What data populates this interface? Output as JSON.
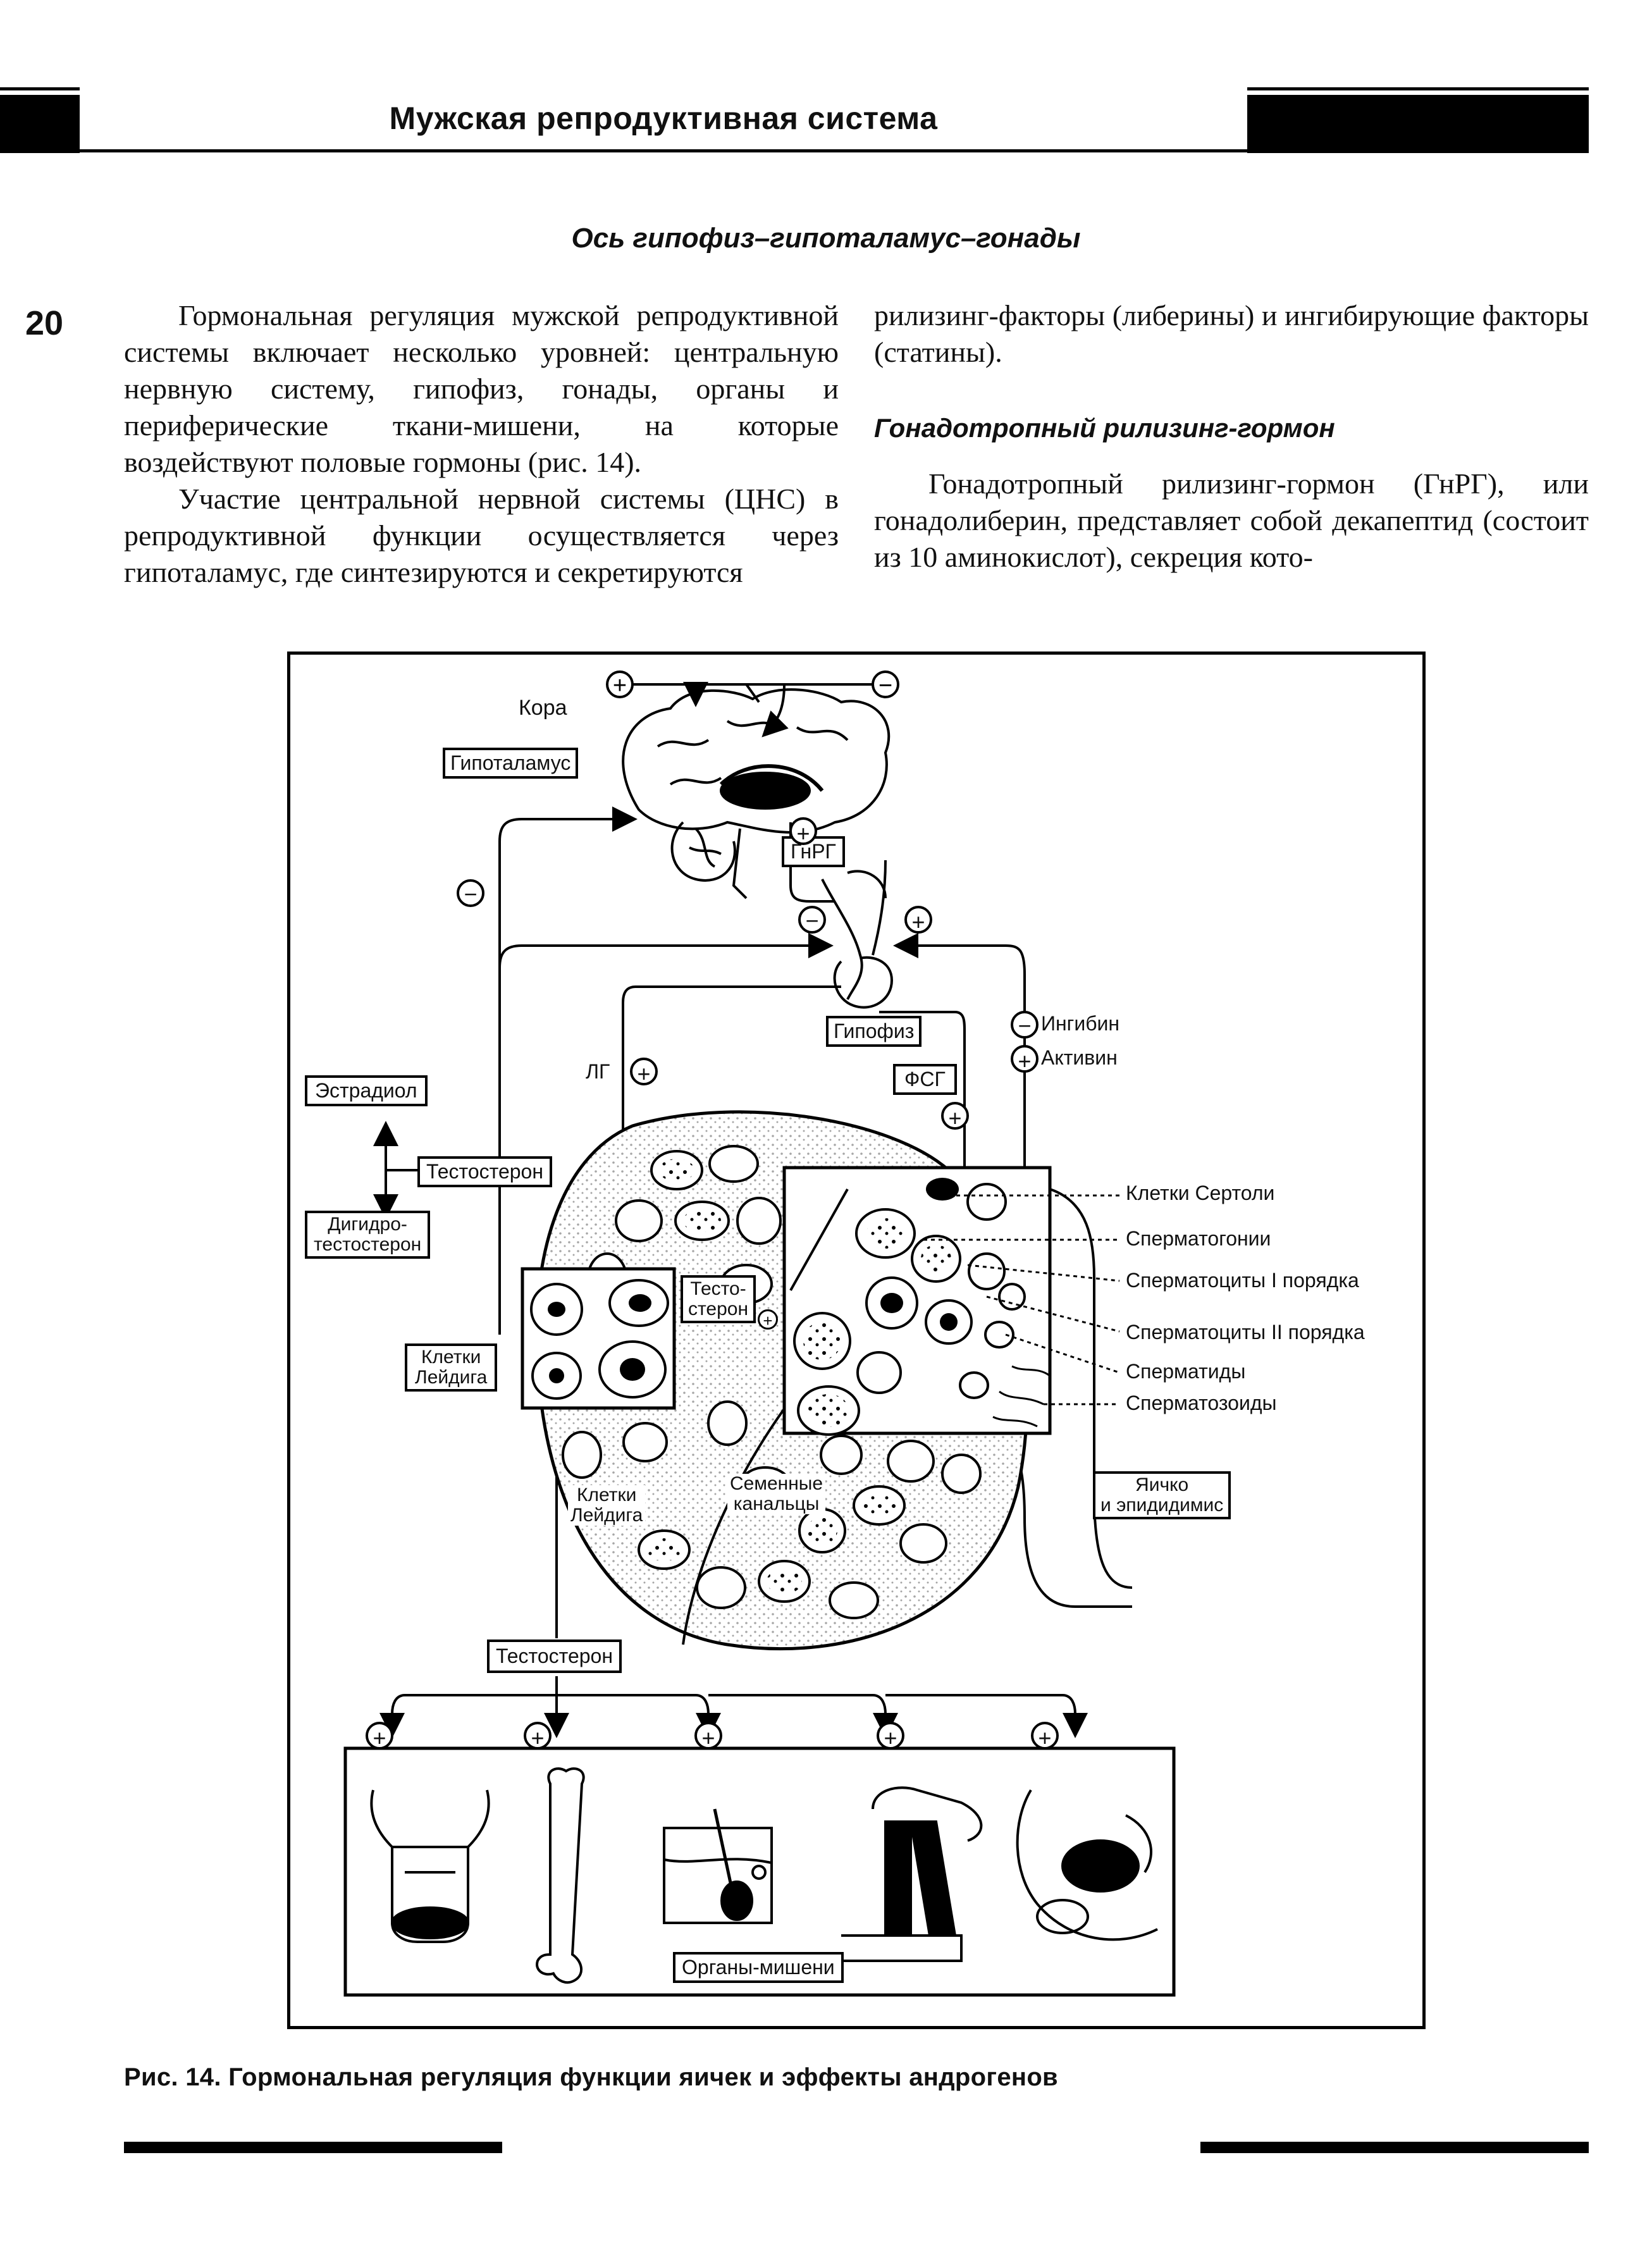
{
  "running_title": "Мужская репродуктивная система",
  "section_title": "Ось гипофиз–гипоталамус–гонады",
  "page_number": "20",
  "left_column": {
    "p1": "Гормональная регуляция мужской репродуктивной системы включает несколько уровней: центральную нервную систему, гипофиз, гонады, органы и периферические ткани-мишени, на которые воздействуют половые гормоны (рис. 14).",
    "p2": "Участие центральной нервной системы (ЦНС) в репродуктивной функции осуществляется через гипоталамус, где синтезируются и секретируются"
  },
  "right_column": {
    "p1": "рилизинг-факторы (либерины) и ингибирующие факторы (статины).",
    "subheading": "Гонадотропный рилизинг-гормон",
    "p2": "Гонадотропный рилизинг-гормон (ГнРГ), или гонадолиберин, представляет собой декапептид (состоит из 10 аминокислот), секреция кото-"
  },
  "figure": {
    "labels": {
      "cortex": "Кора",
      "hypothalamus": "Гипоталамус",
      "gnrh": "ГнРГ",
      "pituitary": "Гипофиз",
      "fsh": "ФСГ",
      "lh": "ЛГ",
      "inhibin": "Ингибин",
      "activin": "Активин",
      "estradiol": "Эстрадиол",
      "testosterone_top": "Тестостерон",
      "dht_line1": "Дигидро-",
      "dht_line2": "тестостерон",
      "leydig_box_line1": "Клетки",
      "leydig_box_line2": "Лейдига",
      "testo_inset_line1": "Тесто-",
      "testo_inset_line2": "стерон",
      "leydig_inner_line1": "Клетки",
      "leydig_inner_line2": "Лейдига",
      "tubules_line1": "Семенные",
      "tubules_line2": "канальцы",
      "testis_line1": "Яичко",
      "testis_line2": "и эпидидимис",
      "testosterone_bottom": "Тестостерон",
      "target_organs": "Органы-мишени"
    },
    "cell_legend": [
      "Клетки Сертоли",
      "Сперматогонии",
      "Сперматоциты I порядка",
      "Сперматоциты II порядка",
      "Сперматиды",
      "Сперматозоиды"
    ],
    "signs": {
      "plus": "+",
      "minus": "−"
    }
  },
  "caption": "Рис. 14. Гормональная регуляция функции яичек и эффекты андрогенов"
}
